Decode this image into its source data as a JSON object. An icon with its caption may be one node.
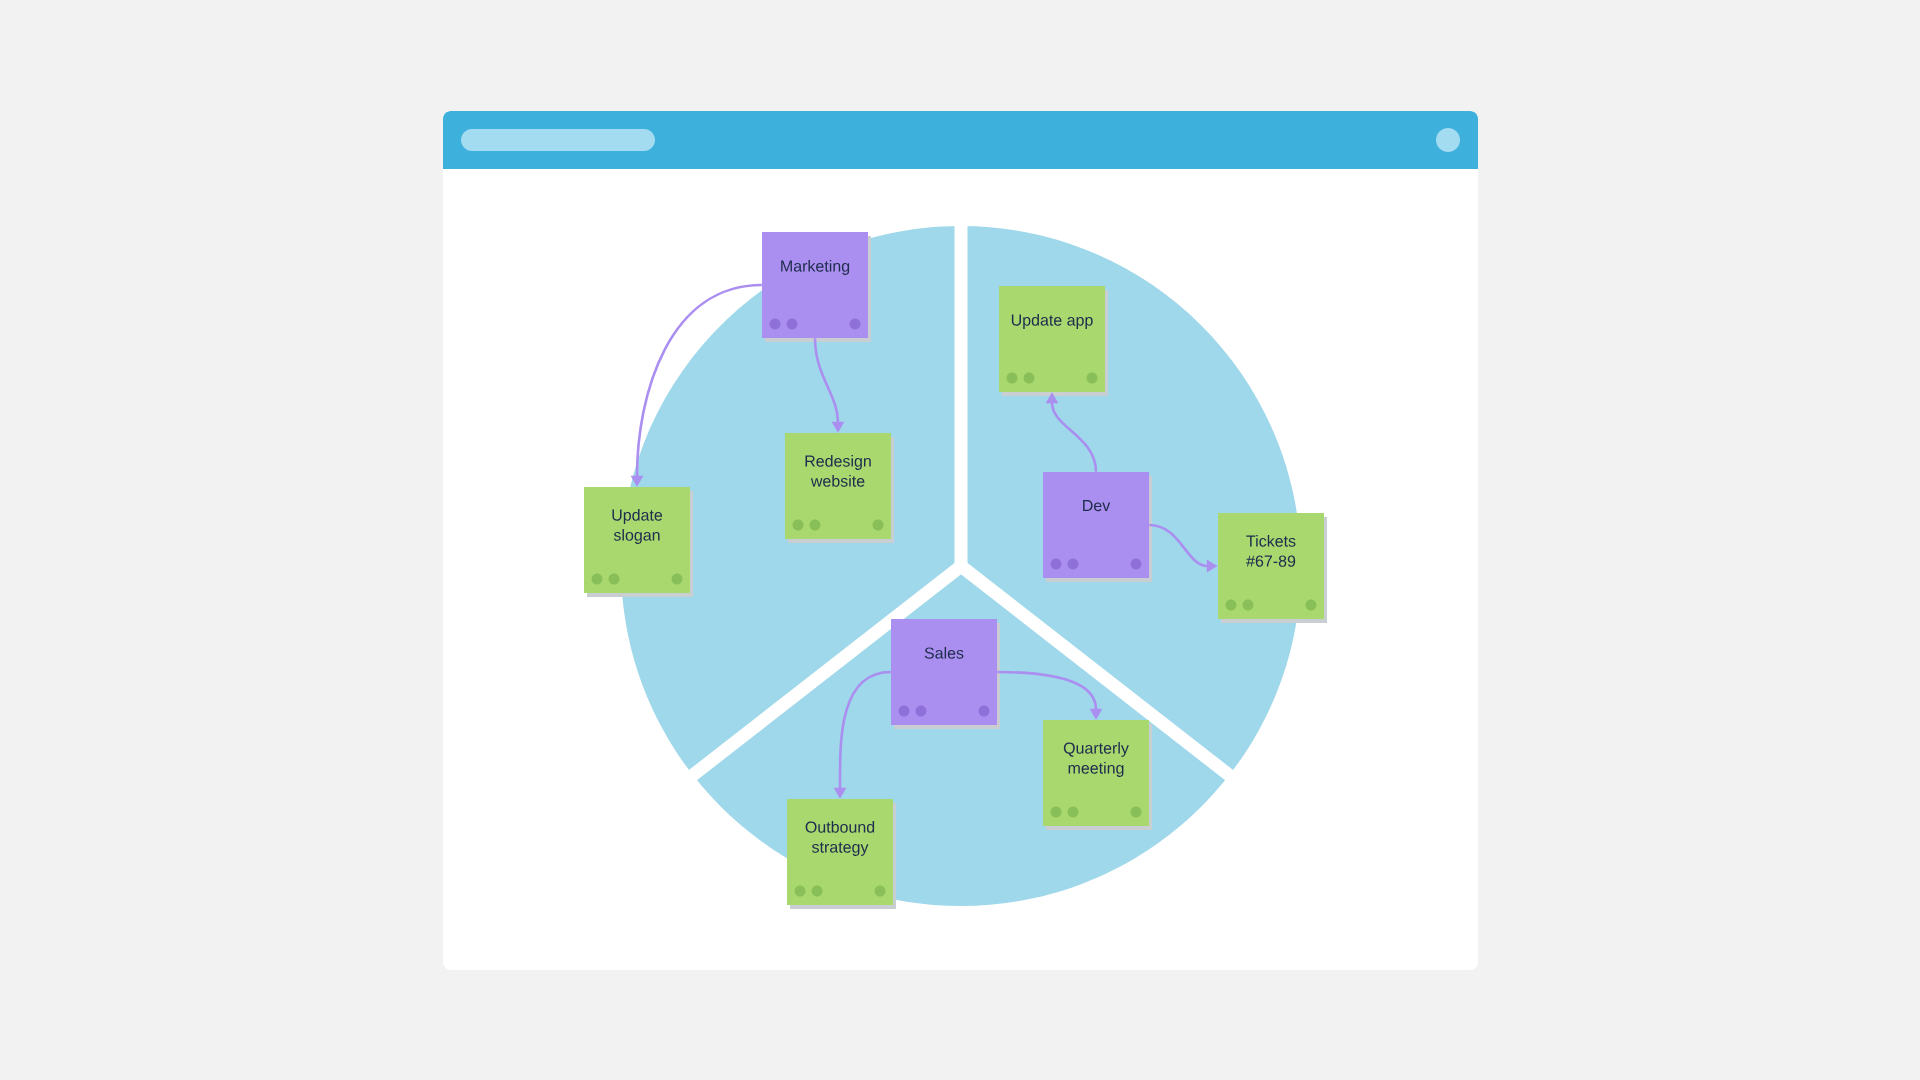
{
  "diagram": {
    "nodes": [
      {
        "text": [
          "Marketing"
        ]
      },
      {
        "text": [
          "Redesign website"
        ]
      },
      {
        "text": [
          "Update slogan"
        ]
      },
      {
        "text": [
          "Update app"
        ]
      },
      {
        "text": [
          "Dev"
        ]
      },
      {
        "text": [
          "Tickets #67-89"
        ]
      },
      {
        "text": [
          "Sales"
        ]
      },
      {
        "text": [
          "Quarterly meeting"
        ]
      },
      {
        "text": [
          "Outbound strategy"
        ]
      }
    ],
    "edges": [
      {
        "from": 0,
        "to": 1,
        "arrow": "to"
      },
      {
        "from": 0,
        "to": 2,
        "arrow": "to"
      },
      {
        "from": 4,
        "to": 3,
        "arrow": "to"
      },
      {
        "from": 4,
        "to": 5,
        "arrow": "to"
      },
      {
        "from": 6,
        "to": 7,
        "arrow": "to"
      },
      {
        "from": 6,
        "to": 8,
        "arrow": "to"
      }
    ]
  }
}
